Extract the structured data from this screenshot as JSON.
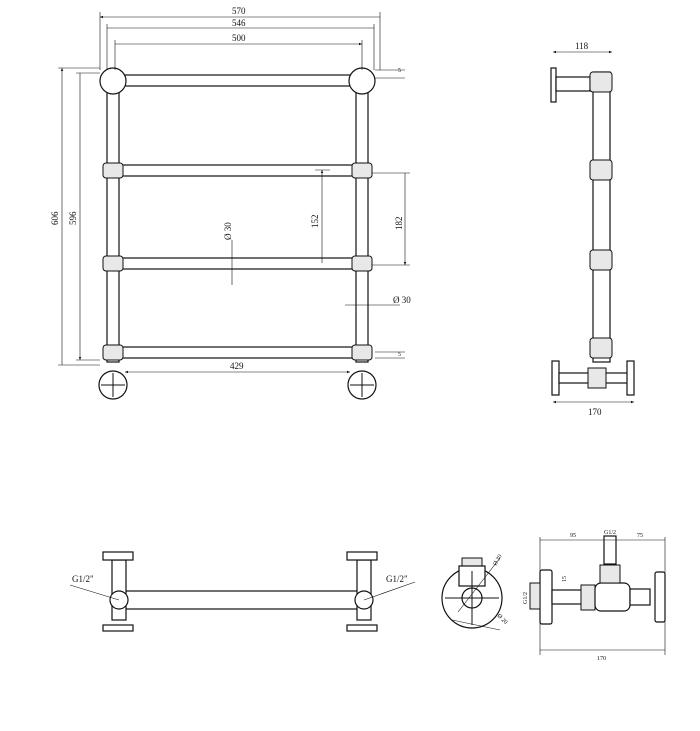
{
  "front_view": {
    "dims": {
      "w570": "570",
      "w546": "546",
      "w500": "500",
      "h606": "606",
      "h596": "596",
      "s152": "152",
      "s182": "182",
      "dia_rail": "Ø 30",
      "dia_post": "Ø 30",
      "top5": "5",
      "bot5": "5",
      "w429": "429"
    }
  },
  "side_view": {
    "dims": {
      "d118": "118",
      "d170": "170"
    }
  },
  "top_view": {
    "labels": {
      "left": "G1/2\"",
      "right": "G1/2\""
    }
  },
  "valve_end": {
    "labels": {
      "d30": "Ø 30",
      "d20": "Ø 20"
    }
  },
  "valve_side": {
    "labels": {
      "d95": "95",
      "g12_top": "G1/2",
      "d75": "75",
      "d15": "15",
      "g12_left": "G1/2",
      "d170": "170"
    }
  }
}
